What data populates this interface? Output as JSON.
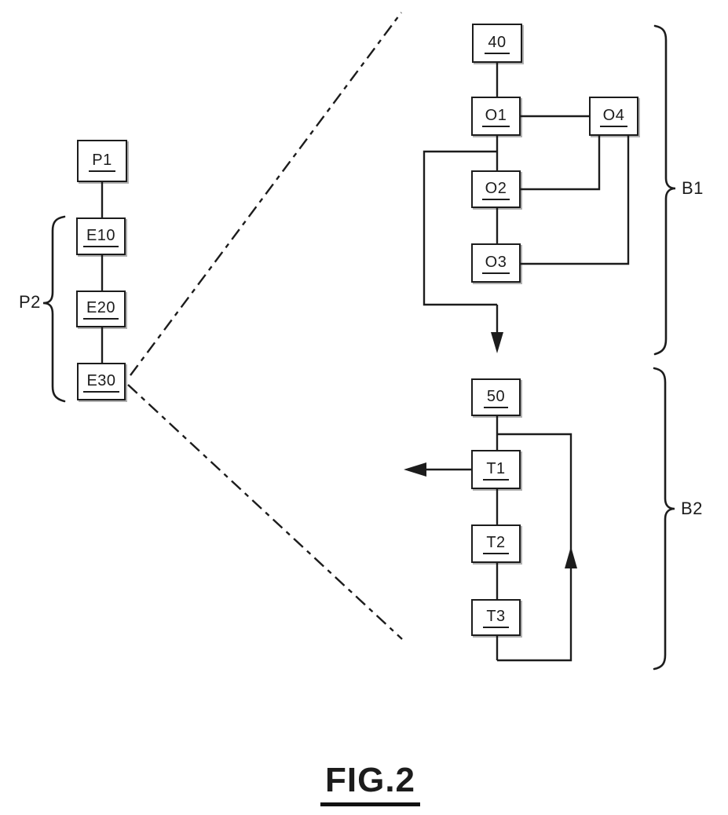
{
  "figure": {
    "caption": "FIG.2"
  },
  "diagram": {
    "left_column": {
      "brace_label": "P2",
      "nodes": [
        {
          "label": "P1"
        },
        {
          "label": "E10"
        },
        {
          "label": "E20"
        },
        {
          "label": "E30"
        }
      ]
    },
    "group_b1": {
      "brace_label": "B1",
      "nodes": [
        {
          "label": "40"
        },
        {
          "label": "O1"
        },
        {
          "label": "O4"
        },
        {
          "label": "O2"
        },
        {
          "label": "O3"
        }
      ]
    },
    "group_b2": {
      "brace_label": "B2",
      "nodes": [
        {
          "label": "50"
        },
        {
          "label": "T1"
        },
        {
          "label": "T2"
        },
        {
          "label": "T3"
        }
      ]
    },
    "colors": {
      "ink": "#1c1c1c",
      "background": "#ffffff"
    }
  }
}
